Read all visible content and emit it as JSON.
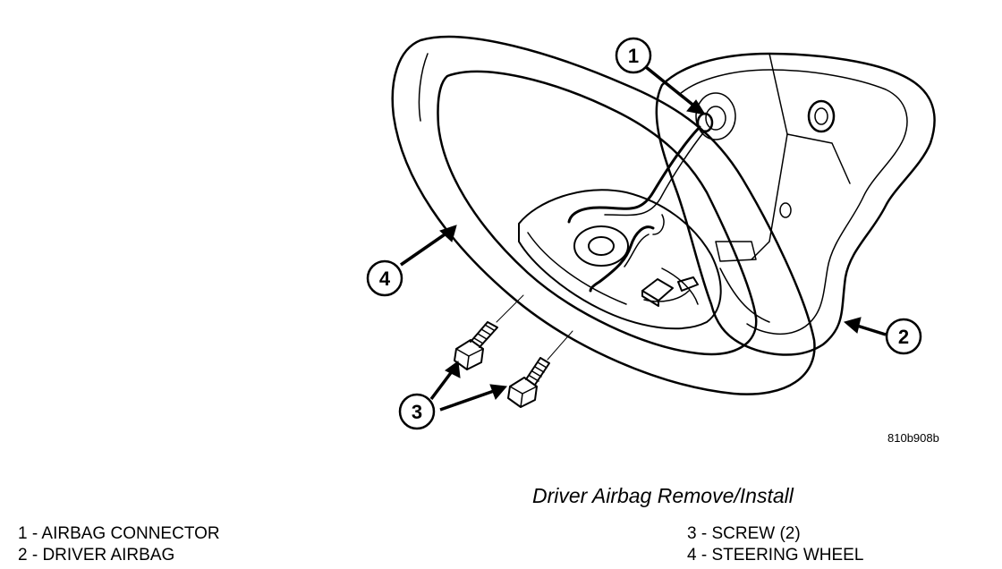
{
  "diagram": {
    "figure_id": "810b908b",
    "title": "Driver Airbag Remove/Install",
    "callouts": [
      {
        "number": "1",
        "label": "AIRBAG CONNECTOR"
      },
      {
        "number": "2",
        "label": "DRIVER AIRBAG"
      },
      {
        "number": "3",
        "label": "SCREW (2)"
      },
      {
        "number": "4",
        "label": "STEERING WHEEL"
      }
    ],
    "legend": {
      "item_1": "1 - AIRBAG CONNECTOR",
      "item_2": "2 - DRIVER AIRBAG",
      "item_3": "3 - SCREW (2)",
      "item_4": "4 - STEERING WHEEL"
    }
  }
}
